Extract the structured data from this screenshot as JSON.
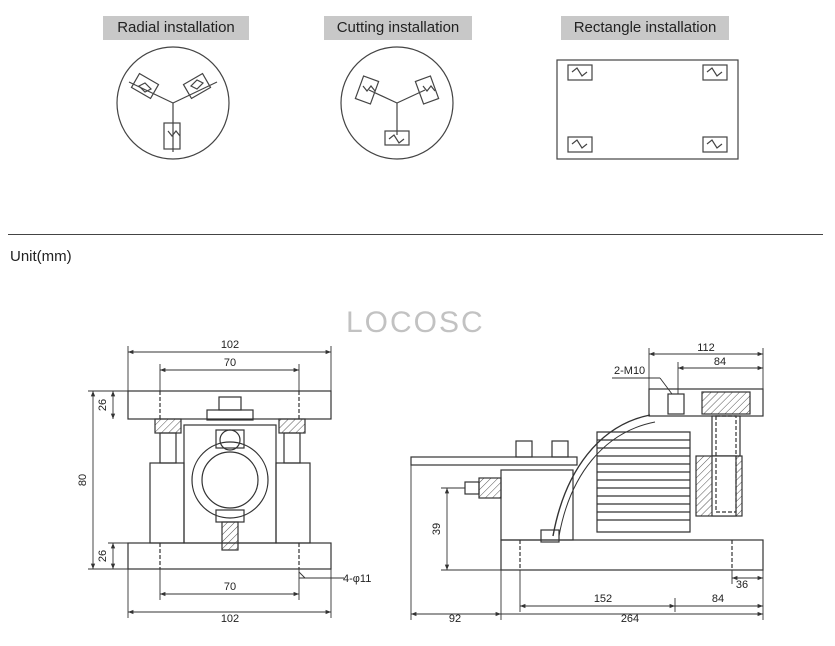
{
  "tabs": [
    {
      "label": "Radial installation"
    },
    {
      "label": "Cutting installation"
    },
    {
      "label": "Rectangle installation"
    }
  ],
  "unit_label": "Unit(mm)",
  "watermark": "LOCOSC",
  "front_view": {
    "top_width": "102",
    "top_inner": "70",
    "plate_thickness_top": "26",
    "total_height": "80",
    "plate_thickness_bottom": "26",
    "hole_spec": "4-φ11",
    "bottom_inner": "70",
    "bottom_width": "102"
  },
  "side_view": {
    "thread_spec": "2-M10",
    "top_width": "112",
    "top_inner": "84",
    "mount_height": "39",
    "edge_offset": "36",
    "left_offset": "92",
    "hole_spacing": "152",
    "right_span": "84",
    "total_length": "264"
  }
}
